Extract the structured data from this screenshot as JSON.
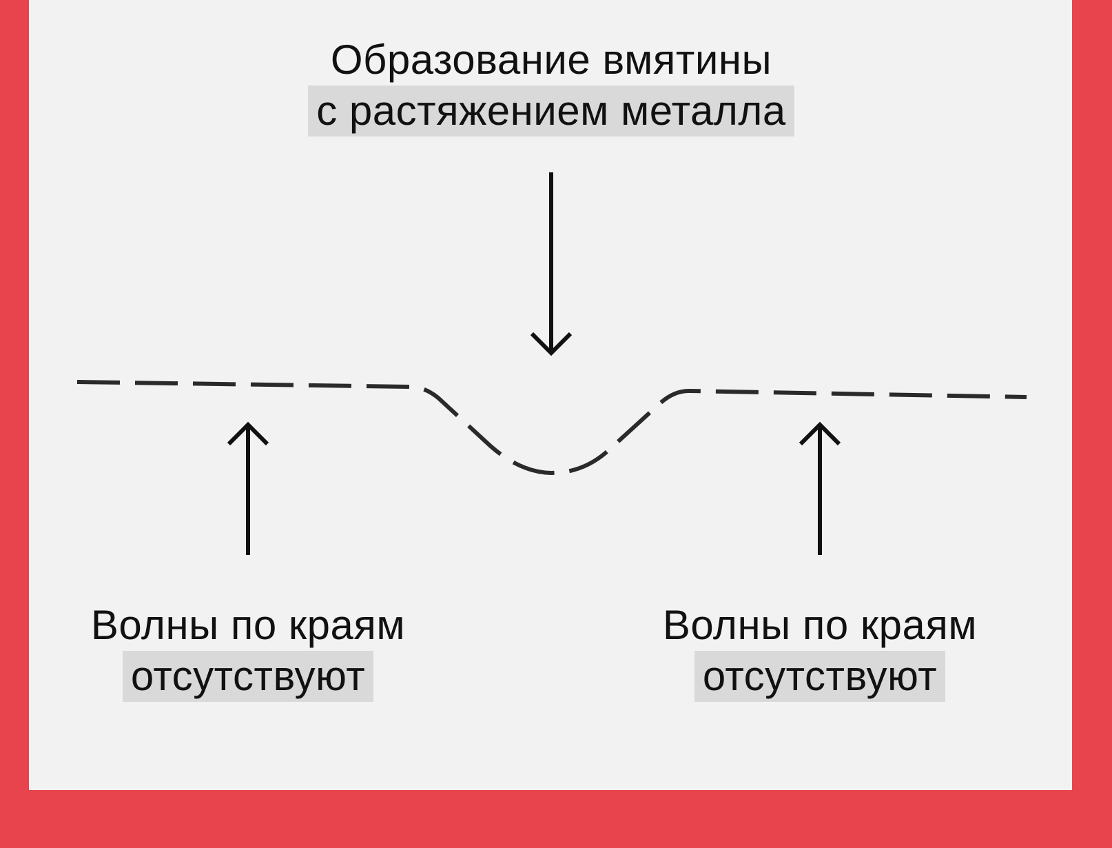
{
  "top_label": {
    "line1": "Образование вмятины",
    "line2": "с растяжением металла"
  },
  "left_label": {
    "line1": "Волны по краям",
    "line2": "отсутствуют"
  },
  "right_label": {
    "line1": "Волны по краям",
    "line2": "отсутствуют"
  },
  "colors": {
    "frame": "#e8444d",
    "panel": "#f2f2f2",
    "highlight": "#d9d9d9",
    "stroke": "#2a2a2a",
    "text": "#111111"
  }
}
